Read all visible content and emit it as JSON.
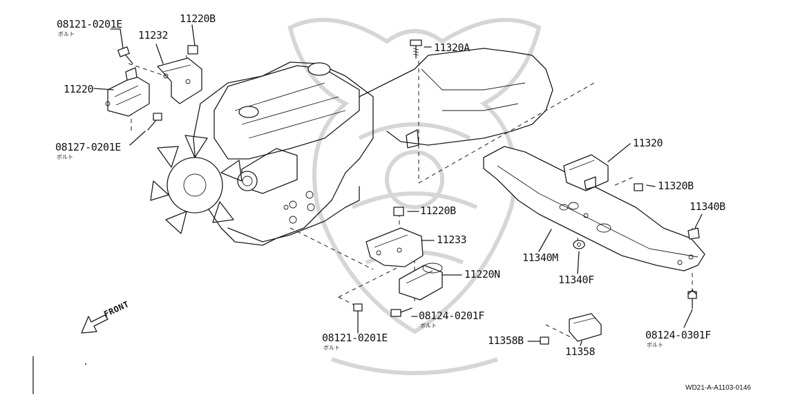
{
  "diagram": {
    "footer_code": "WD21-A-A1103-0146",
    "front_indicator": "FRONT",
    "bolt_note": "ボルト",
    "parts": [
      {
        "id": "p-08121-0201e-top",
        "number": "08121-0201E",
        "note": "ボルト"
      },
      {
        "id": "p-11220b-top",
        "number": "11220B"
      },
      {
        "id": "p-11232",
        "number": "11232"
      },
      {
        "id": "p-11220",
        "number": "11220"
      },
      {
        "id": "p-08127-0201e",
        "number": "08127-0201E",
        "note": "ボルト"
      },
      {
        "id": "p-11320a",
        "number": "11320A"
      },
      {
        "id": "p-11320",
        "number": "11320"
      },
      {
        "id": "p-11320b",
        "number": "11320B"
      },
      {
        "id": "p-11340b",
        "number": "11340B"
      },
      {
        "id": "p-11220b-mid",
        "number": "11220B"
      },
      {
        "id": "p-11233",
        "number": "11233"
      },
      {
        "id": "p-11340m",
        "number": "11340M"
      },
      {
        "id": "p-11340f",
        "number": "11340F"
      },
      {
        "id": "p-11220n",
        "number": "11220N"
      },
      {
        "id": "p-08124-0201f",
        "number": "08124-0201F",
        "note": "ボルト"
      },
      {
        "id": "p-08121-0201e-bottom",
        "number": "08121-0201E",
        "note": "ボルト"
      },
      {
        "id": "p-08124-0301f",
        "number": "08124-0301F",
        "note": "ボルト"
      },
      {
        "id": "p-11358b",
        "number": "11358B"
      },
      {
        "id": "p-11358",
        "number": "11358"
      }
    ]
  }
}
